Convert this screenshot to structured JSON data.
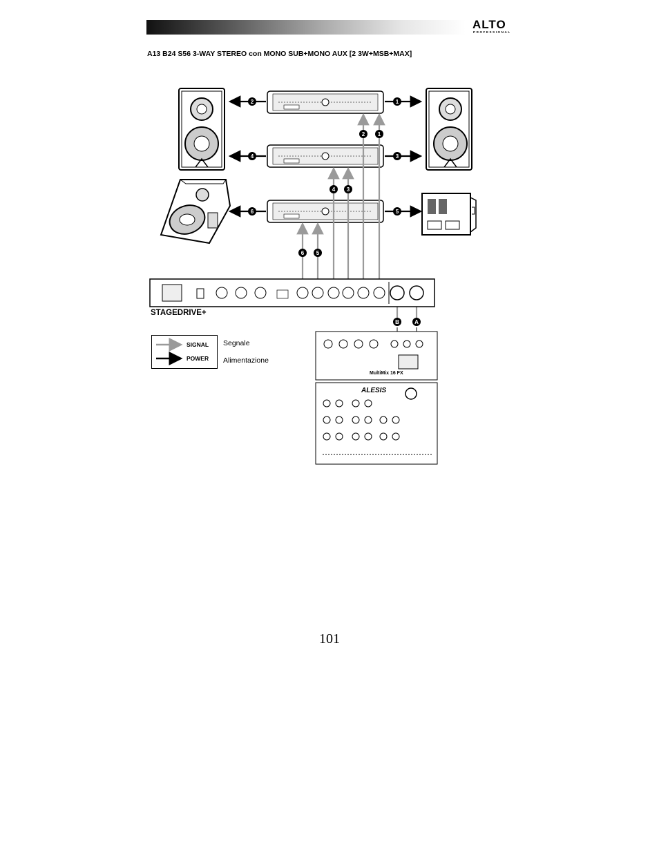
{
  "header": {
    "brand": "ALTO",
    "brand_sub": "PROFESSIONAL"
  },
  "title": "A13 B24 S56 3-WAY STEREO con MONO SUB+MONO AUX [2 3W+MSB+MAX]",
  "diagram": {
    "device_label": "STAGEDRIVE+",
    "mixer_brand": "ALESIS",
    "mixer_model": "MultiMix 16 FX",
    "amp_outputs_left": [
      "2",
      "4",
      "6"
    ],
    "amp_outputs_right": [
      "1",
      "3",
      "5"
    ],
    "signal_markers": [
      "2",
      "1",
      "4",
      "3",
      "6",
      "5"
    ],
    "input_markers": [
      "B",
      "A"
    ]
  },
  "legend": {
    "signal_label": "SIGNAL",
    "power_label": "POWER",
    "signal_colour": "#9a9a9a",
    "power_colour": "#000000"
  },
  "legend_text": {
    "signal": "Segnale",
    "power": "Alimentazione"
  },
  "page_number": "101"
}
